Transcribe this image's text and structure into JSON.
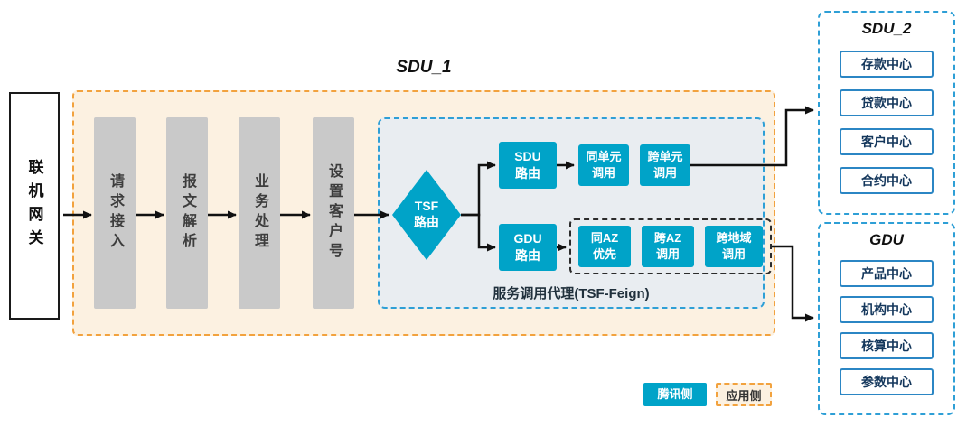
{
  "colors": {
    "accent_cyan": "#00a3c8",
    "accent_orange": "#f2a23e",
    "accent_blue": "#2e9fd6"
  },
  "gateway": {
    "label": "联机网关"
  },
  "sdu1": {
    "title": "SDU_1",
    "steps": [
      "请求接入",
      "报文解析",
      "业务处理",
      "设置客户号"
    ],
    "proxy": {
      "caption": "服务调用代理(TSF-Feign)",
      "diamond": "TSF\n路由",
      "sdu_route": "SDU\n路由",
      "gdu_route": "GDU\n路由",
      "sdu_calls": [
        "同单元\n调用",
        "跨单元\n调用"
      ],
      "gdu_calls": [
        "同AZ\n优先",
        "跨AZ\n调用",
        "跨地域\n调用"
      ]
    }
  },
  "sdu2": {
    "title": "SDU_2",
    "items": [
      "存款中心",
      "贷款中心",
      "客户中心",
      "合约中心"
    ]
  },
  "gdu": {
    "title": "GDU",
    "items": [
      "产品中心",
      "机构中心",
      "核算中心",
      "参数中心"
    ]
  },
  "legend": {
    "tencent": "腾讯侧",
    "app": "应用侧"
  }
}
